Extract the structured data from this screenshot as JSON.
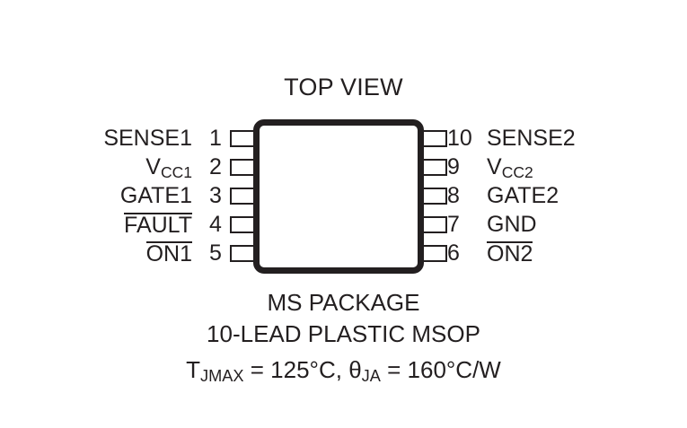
{
  "diagram": {
    "title": "TOP VIEW",
    "package": {
      "outline_color": "#231f20",
      "background_color": "#ffffff"
    },
    "pins_left": [
      {
        "number": "1",
        "name": "SENSE1",
        "overline": false,
        "subscript": ""
      },
      {
        "number": "2",
        "name": "V",
        "overline": false,
        "subscript": "CC1"
      },
      {
        "number": "3",
        "name": "GATE1",
        "overline": false,
        "subscript": ""
      },
      {
        "number": "4",
        "name": "FAULT",
        "overline": true,
        "subscript": ""
      },
      {
        "number": "5",
        "name": "ON1",
        "overline": true,
        "subscript": ""
      }
    ],
    "pins_right": [
      {
        "number": "10",
        "name": "SENSE2",
        "overline": false,
        "subscript": ""
      },
      {
        "number": "9",
        "name": "V",
        "overline": false,
        "subscript": "CC2"
      },
      {
        "number": "8",
        "name": "GATE2",
        "overline": false,
        "subscript": ""
      },
      {
        "number": "7",
        "name": "GND",
        "overline": false,
        "subscript": ""
      },
      {
        "number": "6",
        "name": "ON2",
        "overline": true,
        "subscript": ""
      }
    ],
    "caption": {
      "line1": "MS PACKAGE",
      "line2": "10-LEAD PLASTIC MSOP",
      "line3_tj_symbol": "T",
      "line3_tj_sub": "JMAX",
      "line3_tj_value": " = 125°C, ",
      "line3_theta_symbol": "θ",
      "line3_theta_sub": "JA",
      "line3_theta_value": " = 160°C/W"
    }
  }
}
